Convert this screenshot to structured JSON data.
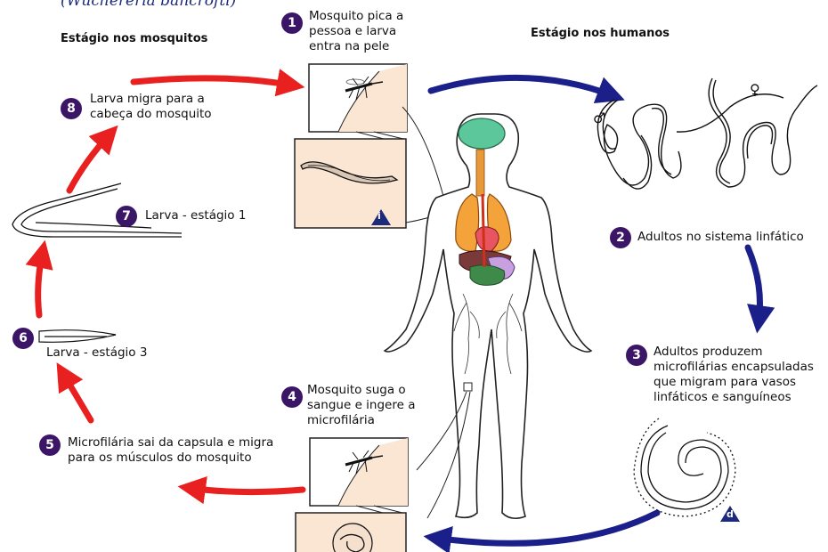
{
  "title_fragment": "(Wuchereria bancrofti)",
  "headers": {
    "mosquito_stage": "Estágio nos mosquitos",
    "human_stage": "Estágio nos humanos"
  },
  "steps": [
    {
      "num": "1",
      "lines": [
        "Mosquito pica a",
        "pessoa e larva",
        "entra na pele"
      ]
    },
    {
      "num": "2",
      "lines": [
        "Adultos no sistema linfático"
      ]
    },
    {
      "num": "3",
      "lines": [
        "Adultos produzem",
        "microfilárias encapsuladas",
        "que migram para vasos",
        "linfáticos e sanguíneos"
      ]
    },
    {
      "num": "4",
      "lines": [
        "Mosquito suga o",
        "sangue e ingere a",
        "microfilária"
      ]
    },
    {
      "num": "5",
      "lines": [
        "Microfilária sai da capsula e migra",
        "para os músculos do mosquito"
      ]
    },
    {
      "num": "6",
      "lines": [
        "Larva - estágio 3"
      ]
    },
    {
      "num": "7",
      "lines": [
        "Larva - estágio 1"
      ]
    },
    {
      "num": "8",
      "lines": [
        "Larva  migra para a",
        "cabeça do mosquito"
      ]
    }
  ],
  "badges": {
    "infective": "i",
    "diagnostic": "d"
  },
  "symbols": {
    "male": "♂",
    "female": "♀"
  },
  "colors": {
    "red_arrow": "#e8201f",
    "blue_arrow": "#1b1f8a",
    "step_circle": "#3b1566",
    "panel_bg": "#fbe6d4",
    "badge": "#1b2a7a"
  }
}
